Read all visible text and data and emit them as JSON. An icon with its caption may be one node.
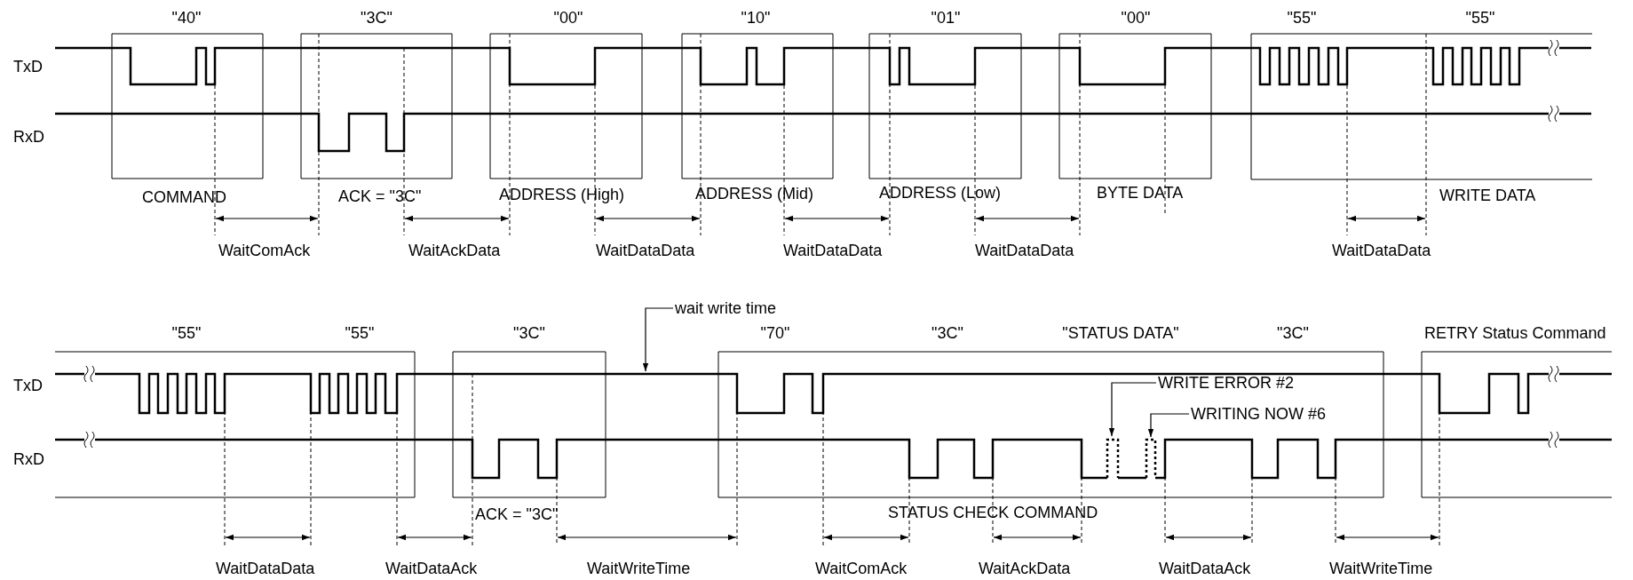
{
  "diagram": {
    "nodes": [
      {
        "text": [
          "wait write time"
        ]
      },
      {
        "text": [
          "WRITE ERROR #2"
        ]
      },
      {
        "text": [
          "WRITING NOW #6"
        ]
      }
    ],
    "edges": [
      {
        "from": 0,
        "to": null,
        "arrow": "to"
      },
      {
        "from": 1,
        "to": null,
        "arrow": "to"
      },
      {
        "from": 2,
        "to": null,
        "arrow": "to"
      }
    ],
    "labels": [
      "\"40\"",
      "\"3C\"",
      "\"00\"",
      "\"10\"",
      "\"01\"",
      "\"00\"",
      "\"55\"",
      "\"55\"",
      "TxD",
      "RxD",
      "COMMAND",
      "ACK = \"3C\"",
      "ADDRESS (High)",
      "ADDRESS (Mid)",
      "ADDRESS (Low)",
      "BYTE DATA",
      "WRITE DATA",
      "WaitComAck",
      "WaitAckData",
      "WaitDataData",
      "WaitDataData",
      "WaitDataData",
      "WaitDataData",
      "\"55\"",
      "\"55\"",
      "\"3C\"",
      "\"70\"",
      "\"3C\"",
      "\"STATUS DATA\"",
      "\"3C\"",
      "RETRY Status Command",
      "TxD",
      "RxD",
      "ACK = \"3C\"",
      "STATUS CHECK COMMAND",
      "WaitDataData",
      "WaitDataAck",
      "WaitWriteTime",
      "WaitComAck",
      "WaitAckData",
      "WaitDataAck",
      "WaitWriteTime"
    ]
  }
}
